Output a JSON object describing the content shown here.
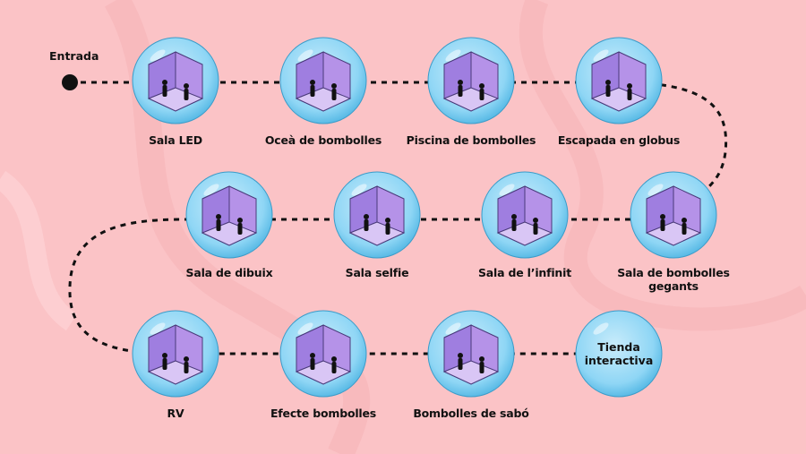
{
  "start_label": "Entrada",
  "colors": {
    "background": "#fbc3c6",
    "bubble": "#7fd0f2",
    "room": "#b592e8",
    "path": "#111111"
  },
  "rooms": [
    {
      "label": "Sala LED"
    },
    {
      "label": "Oceà de bombolles"
    },
    {
      "label": "Piscina de bombolles"
    },
    {
      "label": "Escapada en globus"
    },
    {
      "label": "Sala de bombolles gegants"
    },
    {
      "label": "Sala de l’infinit"
    },
    {
      "label": "Sala selfie"
    },
    {
      "label": "Sala de dibuix"
    },
    {
      "label": "RV"
    },
    {
      "label": "Efecte bombolles"
    },
    {
      "label": "Bombolles de sabó"
    },
    {
      "label": "Tienda interactiva"
    }
  ]
}
